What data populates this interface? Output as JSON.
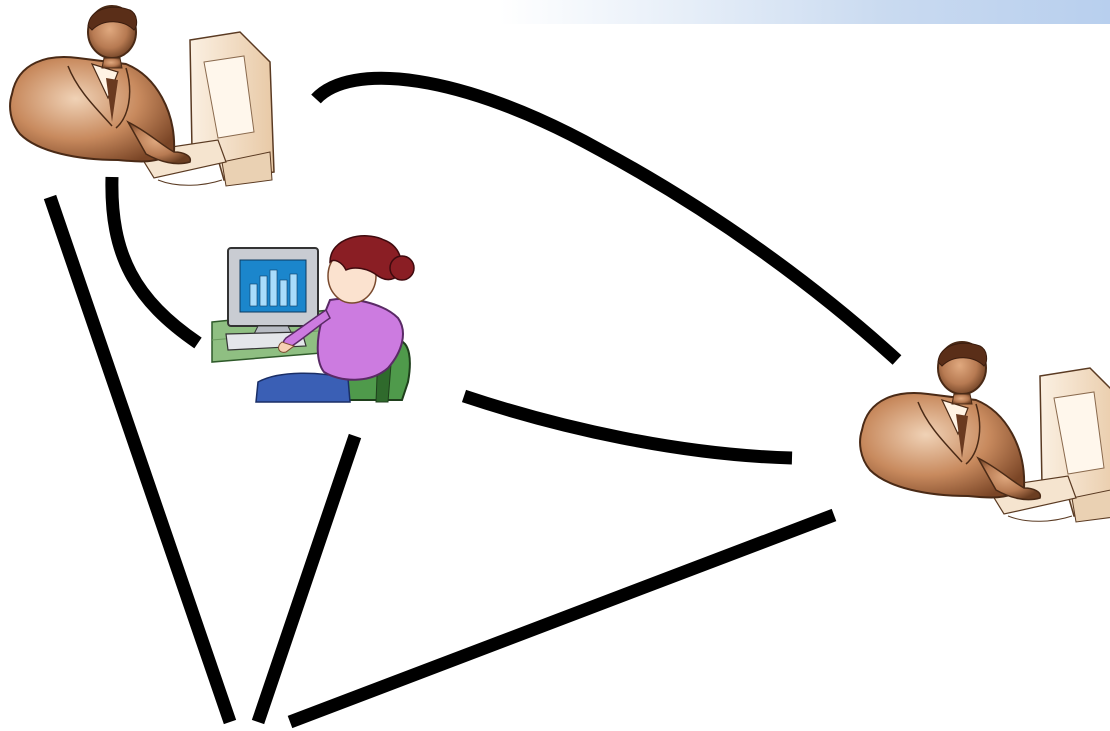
{
  "diagram": {
    "nodes": [
      {
        "id": "man-top-left",
        "kind": "man-at-computer-icon"
      },
      {
        "id": "woman-center",
        "kind": "woman-at-computer-icon"
      },
      {
        "id": "man-right",
        "kind": "man-at-computer-icon"
      },
      {
        "id": "bottom-point",
        "kind": "empty-convergence-point"
      }
    ],
    "connections": [
      {
        "from": "man-top-left",
        "to": "man-right"
      },
      {
        "from": "man-top-left",
        "to": "woman-center"
      },
      {
        "from": "man-top-left",
        "to": "bottom-point"
      },
      {
        "from": "woman-center",
        "to": "man-right"
      },
      {
        "from": "woman-center",
        "to": "bottom-point"
      },
      {
        "from": "man-right",
        "to": "bottom-point"
      }
    ],
    "colors": {
      "connector": "#000000",
      "skin": "#b77a52",
      "suit": "#c88a5e",
      "monitor": "#f4e2cc",
      "woman_shirt": "#cc7be0",
      "woman_hair": "#8a1e24",
      "chair": "#4f9a4b",
      "screen": "#1b86cc",
      "desk": "#8fbf82",
      "pants": "#3a5fb5"
    }
  }
}
